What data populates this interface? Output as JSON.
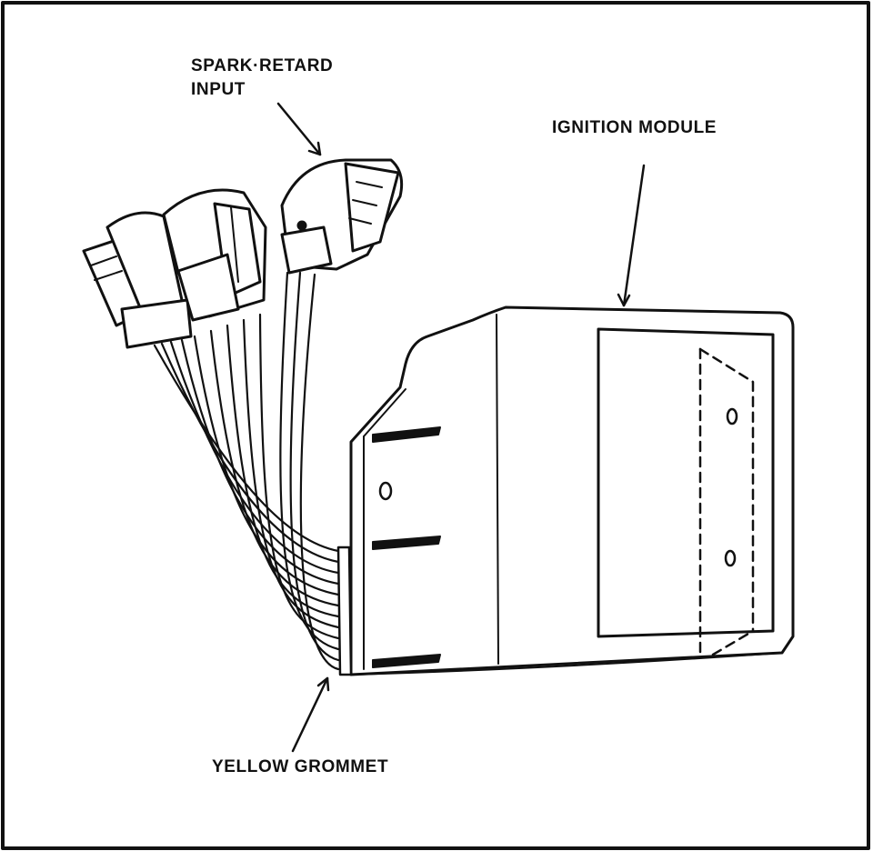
{
  "labels": {
    "spark_retard_line1": "SPARK·RETARD",
    "spark_retard_line2": "INPUT",
    "ignition_module": "IGNITION MODULE",
    "yellow_grommet": "YELLOW GROMMET"
  },
  "colors": {
    "ink": "#111111",
    "paper": "#ffffff"
  }
}
